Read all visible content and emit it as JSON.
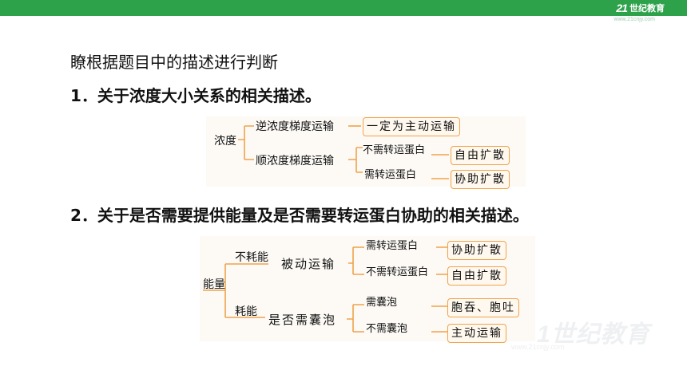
{
  "header": {
    "logo_mark": "21",
    "logo_text": "世纪教育",
    "logo_sub": "www.21cnjy.com"
  },
  "content": {
    "intro": "瞭根据题目中的描述进行判断",
    "q1": "1．关于浓度大小关系的相关描述。",
    "q2": "2．关于是否需要提供能量及是否需要转运蛋白协助的相关描述。"
  },
  "diagram1": {
    "root": "浓度",
    "branch_a": "逆浓度梯度运输",
    "branch_b": "顺浓度梯度运输",
    "sub_b1": "不需转运蛋白",
    "sub_b2": "需转运蛋白",
    "result_a": "一定为主动运输",
    "result_b1": "自由扩散",
    "result_b2": "协助扩散"
  },
  "diagram2": {
    "root": "能量",
    "branch_a": "不耗能",
    "branch_b": "耗能",
    "mid_a": "被动运输",
    "mid_b": "是否需囊泡",
    "sub_a1": "需转运蛋白",
    "sub_a2": "不需转运蛋白",
    "sub_b1": "需囊泡",
    "sub_b2": "不需囊泡",
    "result_a1": "协助扩散",
    "result_a2": "自由扩散",
    "result_b1": "胞吞、胞吐",
    "result_b2": "主动运输"
  },
  "watermark": {
    "text": "1世纪教育",
    "sub": "www.21cnjy.com"
  },
  "colors": {
    "topbar": "#2ea24a",
    "connector": "#f0a24a",
    "pill_border": "#f0a24a"
  }
}
